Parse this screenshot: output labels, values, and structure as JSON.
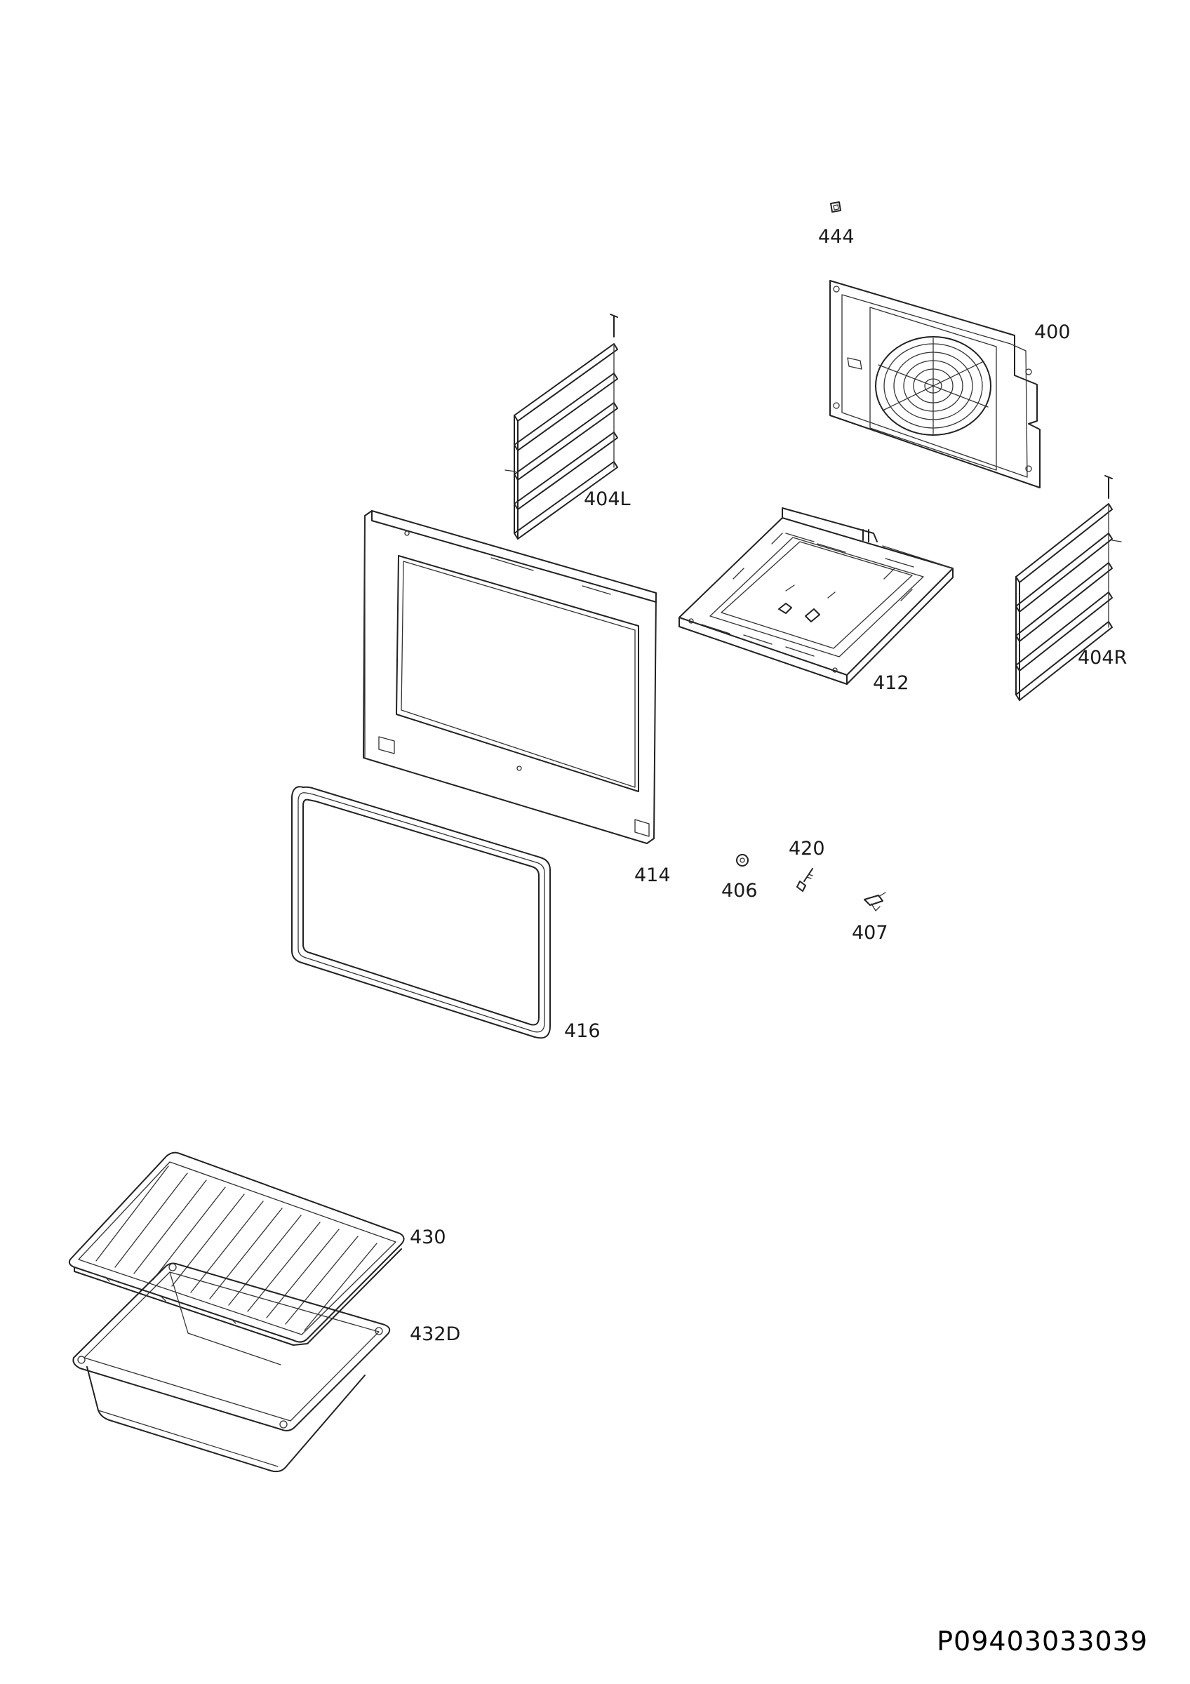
{
  "parts": [
    {
      "id": "p444",
      "label": "444"
    },
    {
      "id": "p400",
      "label": "400"
    },
    {
      "id": "p404L",
      "label": "404L"
    },
    {
      "id": "p412",
      "label": "412"
    },
    {
      "id": "p404R",
      "label": "404R"
    },
    {
      "id": "p414",
      "label": "414"
    },
    {
      "id": "p420",
      "label": "420"
    },
    {
      "id": "p406",
      "label": "406"
    },
    {
      "id": "p407",
      "label": "407"
    },
    {
      "id": "p416",
      "label": "416"
    },
    {
      "id": "p430",
      "label": "430"
    },
    {
      "id": "p432D",
      "label": "432D"
    }
  ],
  "document_code": "P09403033039"
}
